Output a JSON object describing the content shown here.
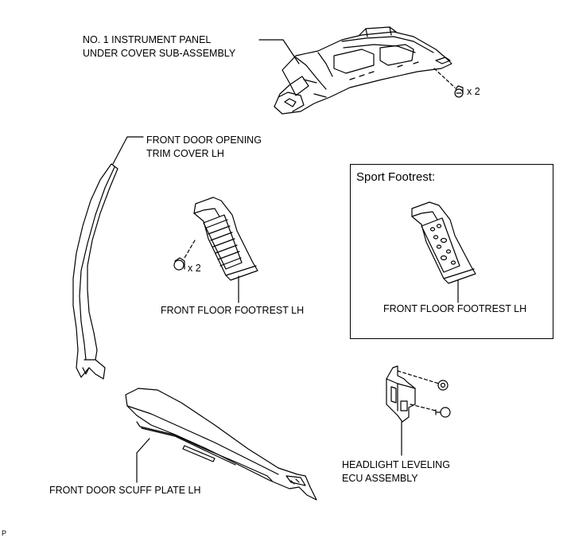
{
  "labels": {
    "under_cover_line1": "NO. 1 INSTRUMENT PANEL",
    "under_cover_line2": "UNDER COVER SUB-ASSEMBLY",
    "trim_cover_line1": "FRONT DOOR OPENING",
    "trim_cover_line2": "TRIM COVER LH",
    "footrest": "FRONT FLOOR FOOTREST LH",
    "sport_footrest": "FRONT FLOOR FOOTREST LH",
    "scuff_plate": "FRONT DOOR SCUFF PLATE LH",
    "ecu_line1": "HEADLIGHT LEVELING",
    "ecu_line2": "ECU ASSEMBLY"
  },
  "quantities": {
    "under_cover_screw": "x 2",
    "footrest_clip": "x 2"
  },
  "inset": {
    "title": "Sport Footrest:"
  },
  "figure_code": "P"
}
